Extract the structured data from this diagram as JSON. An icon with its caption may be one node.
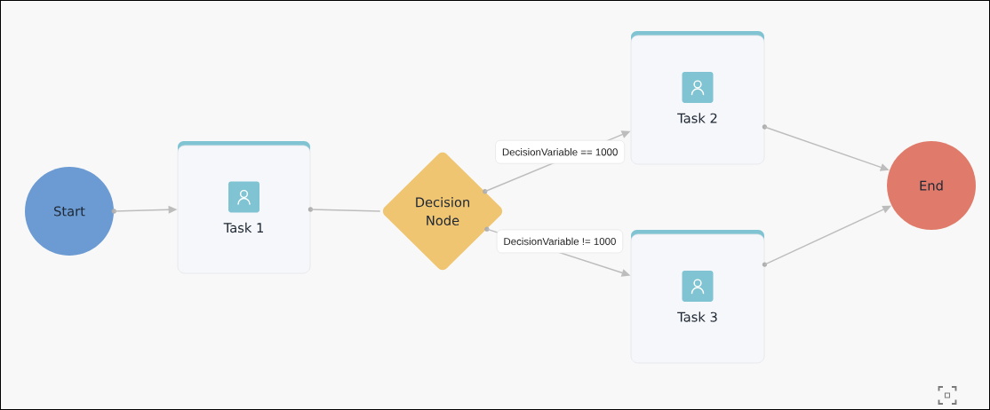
{
  "diagram": {
    "nodes": [
      {
        "text": [
          "Start"
        ]
      },
      {
        "text": [
          "Task 1"
        ]
      },
      {
        "text": [
          "Decision Node"
        ]
      },
      {
        "text": [
          "Task 2"
        ]
      },
      {
        "text": [
          "Task 3"
        ]
      },
      {
        "text": [
          "End"
        ]
      }
    ],
    "edges": [
      {
        "from": 0,
        "to": 1,
        "arrow": "to"
      },
      {
        "from": 1,
        "to": 2,
        "arrow": "none"
      },
      {
        "from": 2,
        "to": 3,
        "arrow": "to",
        "label": "DecisionVariable == 1000"
      },
      {
        "from": 2,
        "to": 4,
        "arrow": "to",
        "label": "DecisionVariable != 1000"
      },
      {
        "from": 3,
        "to": 5,
        "arrow": "to"
      },
      {
        "from": 4,
        "to": 5,
        "arrow": "to"
      }
    ]
  }
}
